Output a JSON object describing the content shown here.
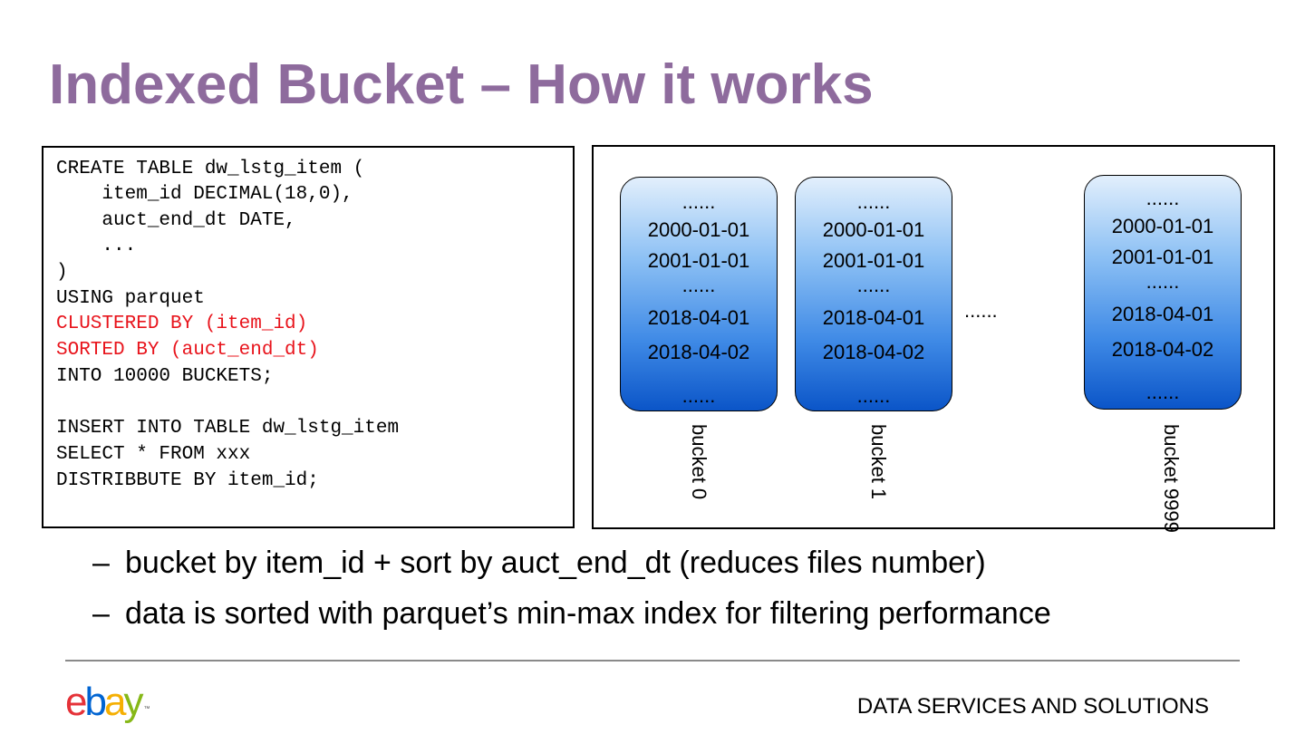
{
  "slide": {
    "title": "Indexed Bucket – How it works"
  },
  "code": {
    "lines": [
      {
        "text": "CREATE TABLE dw_lstg_item (",
        "highlight": false
      },
      {
        "text": "    item_id DECIMAL(18,0),",
        "highlight": false
      },
      {
        "text": "    auct_end_dt DATE,",
        "highlight": false
      },
      {
        "text": "    ...",
        "highlight": false
      },
      {
        "text": ")",
        "highlight": false
      },
      {
        "text": "USING parquet",
        "highlight": false
      },
      {
        "text": "CLUSTERED BY (item_id)",
        "highlight": true
      },
      {
        "text": "SORTED BY (auct_end_dt)",
        "highlight": true
      },
      {
        "text": "INTO 10000 BUCKETS;",
        "highlight": false
      },
      {
        "text": "",
        "highlight": false
      },
      {
        "text": "INSERT INTO TABLE dw_lstg_item",
        "highlight": false
      },
      {
        "text": "SELECT * FROM xxx",
        "highlight": false
      },
      {
        "text": "DISTRIBBUTE BY item_id;",
        "highlight": false
      }
    ],
    "highlight_color": "#e8141c"
  },
  "diagram": {
    "buckets": [
      {
        "label": "bucket 0",
        "values": [
          "......",
          "2000-01-01",
          "2001-01-01",
          "......",
          "2018-04-01",
          "2018-04-02",
          "......"
        ]
      },
      {
        "label": "bucket 1",
        "values": [
          "......",
          "2000-01-01",
          "2001-01-01",
          "......",
          "2018-04-01",
          "2018-04-02",
          "......"
        ]
      },
      {
        "label": "bucket 9999",
        "values": [
          "......",
          "2000-01-01",
          "2001-01-01",
          "......",
          "2018-04-01",
          "2018-04-02",
          "......"
        ]
      }
    ],
    "between_ellipsis": "......"
  },
  "bullets": [
    {
      "dash": "–",
      "text": "bucket by item_id + sort by auct_end_dt (reduces files number)"
    },
    {
      "dash": "–",
      "text": "data is sorted with parquet’s min-max index for filtering performance"
    }
  ],
  "footer": {
    "logo_letters": [
      "e",
      "b",
      "a",
      "y"
    ],
    "logo_colors": [
      "#e53238",
      "#0064d2",
      "#f5af02",
      "#86b817"
    ],
    "logo_trademark": "™",
    "text": "DATA SERVICES AND SOLUTIONS"
  },
  "colors": {
    "title": "#8e6b9d",
    "bucket_gradient_top": "#e2effc",
    "bucket_gradient_bottom": "#0b55c8"
  }
}
